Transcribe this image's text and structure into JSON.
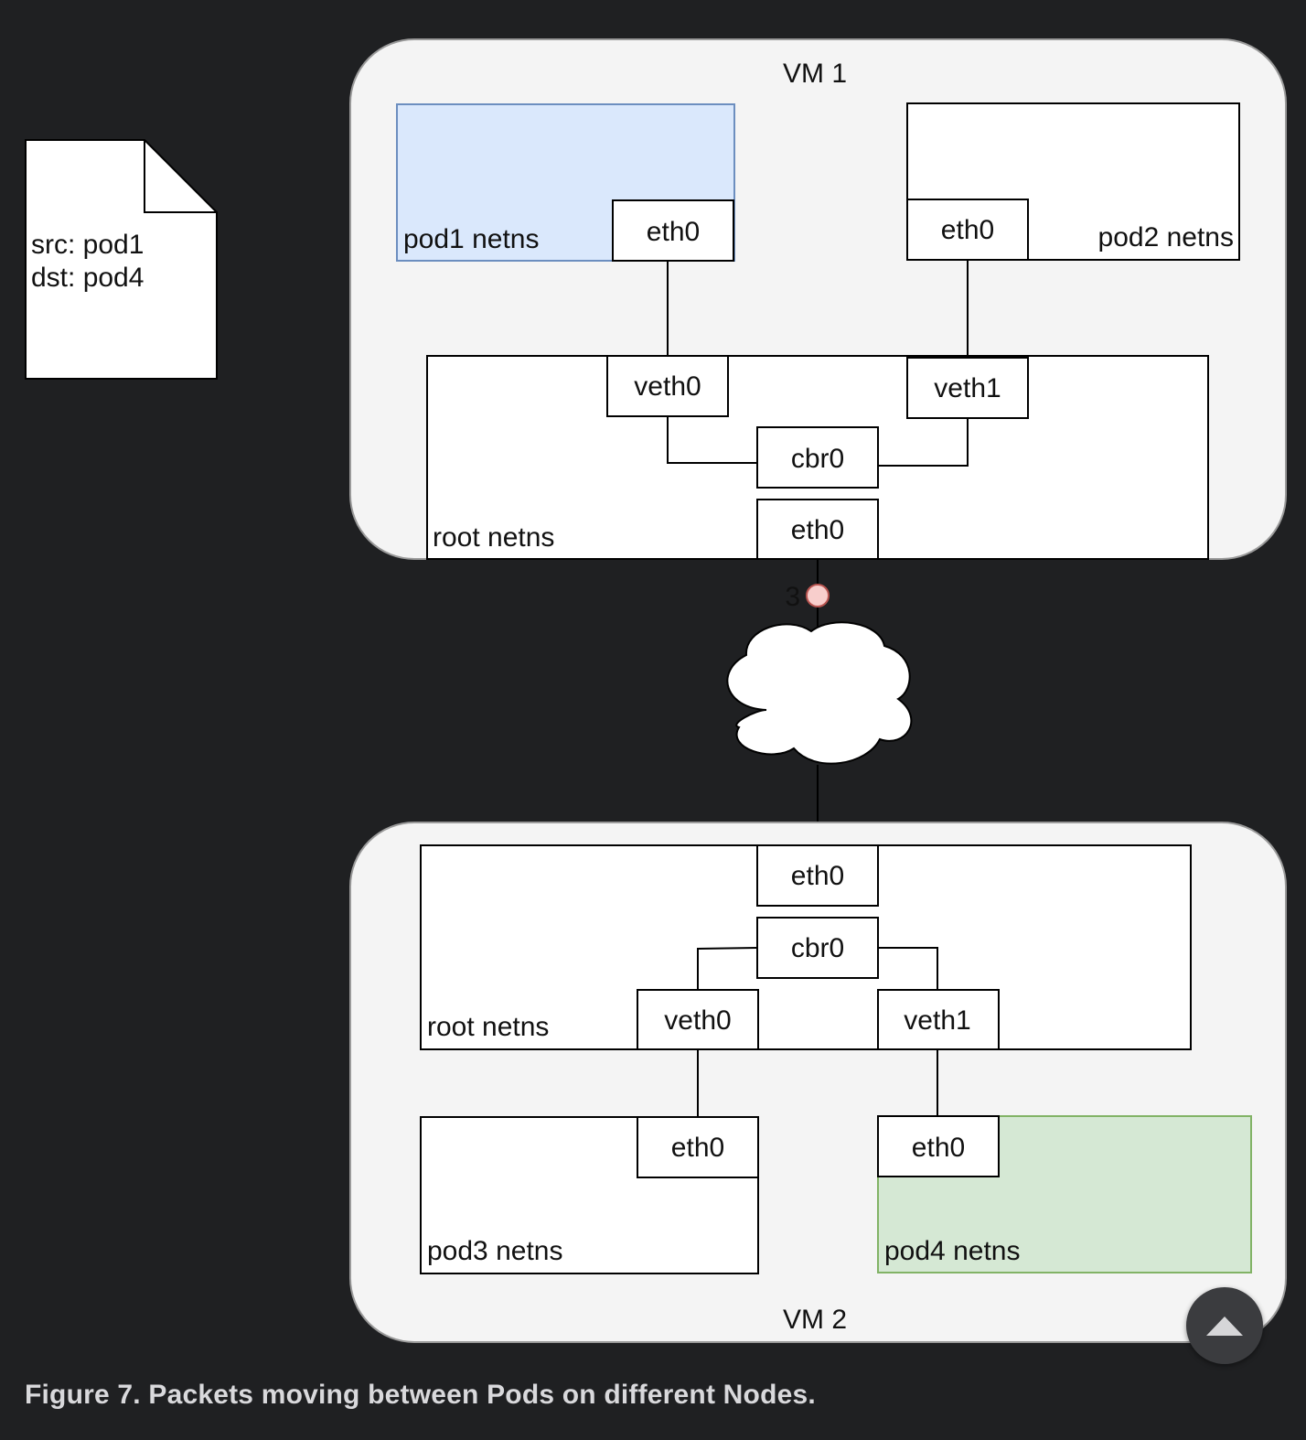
{
  "packet": {
    "src": "src: pod1",
    "dst": "dst: pod4"
  },
  "vm1": {
    "title": "VM 1",
    "pod1": {
      "label": "pod1 netns",
      "iface": "eth0"
    },
    "pod2": {
      "label": "pod2 netns",
      "iface": "eth0"
    },
    "root": {
      "label": "root netns",
      "veth0": "veth0",
      "veth1": "veth1",
      "bridge": "cbr0",
      "eth0": "eth0"
    }
  },
  "step_marker": "3",
  "vm2": {
    "title": "VM 2",
    "root": {
      "label": "root netns",
      "eth0": "eth0",
      "bridge": "cbr0",
      "veth0": "veth0",
      "veth1": "veth1"
    },
    "pod3": {
      "label": "pod3 netns",
      "iface": "eth0"
    },
    "pod4": {
      "label": "pod4 netns",
      "iface": "eth0"
    }
  },
  "caption": "Figure 7. Packets moving between Pods on different Nodes.",
  "colors": {
    "page_background": "#1f2022",
    "vm_fill": "#f4f4f4",
    "pod1_fill": "#dae8fc",
    "pod1_stroke": "#6c8ebf",
    "pod4_fill": "#d5e8d4",
    "pod4_stroke": "#82b366",
    "marker_fill": "#f8cecc",
    "marker_stroke": "#b85450"
  },
  "icons": {
    "packet": "document-icon",
    "network": "cloud-icon",
    "scroll_top": "chevron-up-icon"
  }
}
